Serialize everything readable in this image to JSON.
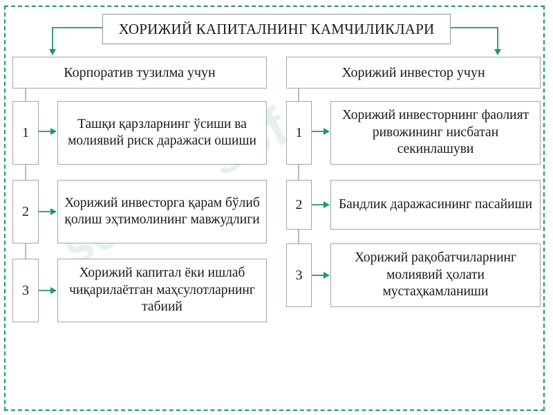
{
  "title": "ХОРИЖИЙ КАПИТАЛНИНГ КАМЧИЛИКЛАРИ",
  "watermark": "sof",
  "colors": {
    "accent": "#1e9a5a",
    "box_border": "#9ea8a2"
  },
  "left": {
    "heading": "Корпоратив тузилма учун",
    "items": [
      {
        "num": "1",
        "text": "Ташқи қарзларнинг ўсиши ва молиявий риск даражаси ошиши"
      },
      {
        "num": "2",
        "text": "Хорижий инвесторга қарам бўлиб қолиш эҳтимолининг мавжудлиги"
      },
      {
        "num": "3",
        "text": "Хорижий капитал ёки ишлаб чиқарилаётган маҳсулотларнинг табиий"
      }
    ]
  },
  "right": {
    "heading": "Хорижий инвестор учун",
    "items": [
      {
        "num": "1",
        "text": "Хорижий инвесторнинг фаолият ривожининг нисбатан секинлашуви"
      },
      {
        "num": "2",
        "text": "Бандлик даражасининг пасайиши"
      },
      {
        "num": "3",
        "text": "Хорижий рақобатчиларнинг молиявий ҳолати мустаҳкамланиши"
      }
    ]
  }
}
